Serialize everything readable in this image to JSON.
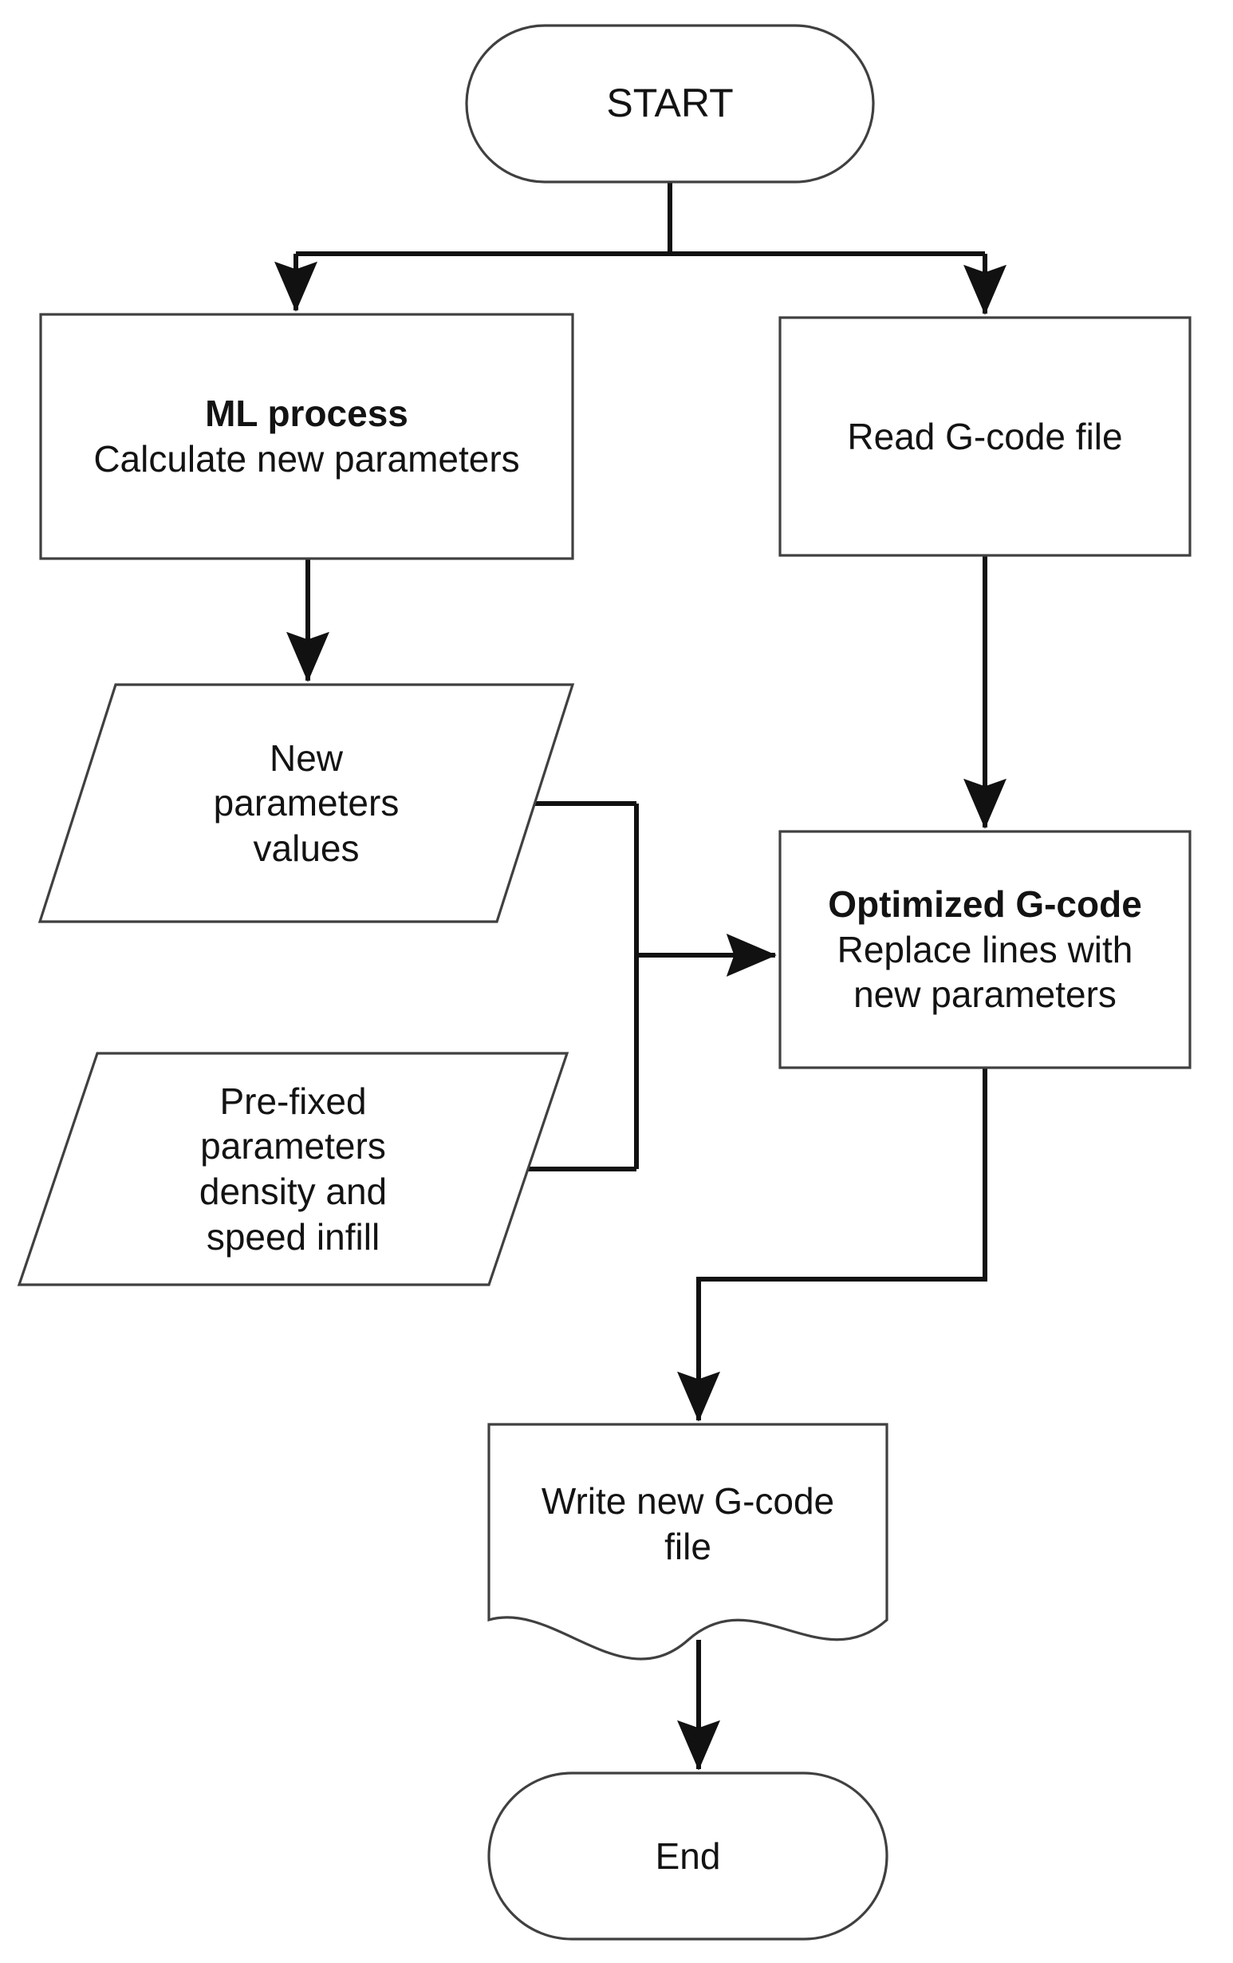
{
  "diagram": {
    "title": "G-code optimization process flowchart",
    "background_color": "#ffffff",
    "shape_stroke_color": "#404040",
    "connector_color": "#111111",
    "text_color": "#131313"
  },
  "nodes": {
    "start": {
      "shape": "terminator",
      "label": "START"
    },
    "ml_process": {
      "shape": "process",
      "title": "ML process",
      "line2": "Calculate new parameters"
    },
    "read_gcode": {
      "shape": "process",
      "label": "Read G-code file"
    },
    "new_parameters": {
      "shape": "data",
      "line1": "New",
      "line2": "parameters",
      "line3": "values"
    },
    "prefixed_parameters": {
      "shape": "data",
      "line1": "Pre-fixed",
      "line2": "parameters",
      "line3": "density and",
      "line4": "speed infill"
    },
    "optimized_gcode": {
      "shape": "process",
      "title": "Optimized G-code",
      "line2": "Replace lines with",
      "line3": "new parameters"
    },
    "write_gcode": {
      "shape": "document",
      "line1": "Write new G-code",
      "line2": "file"
    },
    "end": {
      "shape": "terminator",
      "label": "End"
    }
  },
  "edges": [
    {
      "from": "start",
      "to": "ml_process",
      "style": "orthogonal-split-left",
      "arrow": true
    },
    {
      "from": "start",
      "to": "read_gcode",
      "style": "orthogonal-split-right",
      "arrow": true
    },
    {
      "from": "ml_process",
      "to": "new_parameters",
      "style": "straight-down",
      "arrow": true
    },
    {
      "from": "read_gcode",
      "to": "optimized_gcode",
      "style": "straight-down",
      "arrow": true
    },
    {
      "from": "new_parameters",
      "to": "optimized_gcode",
      "style": "merge-bus-right",
      "arrow": true
    },
    {
      "from": "prefixed_parameters",
      "to": "optimized_gcode",
      "style": "merge-bus-right",
      "arrow": false
    },
    {
      "from": "optimized_gcode",
      "to": "write_gcode",
      "style": "orthogonal-down-left-down",
      "arrow": true
    },
    {
      "from": "write_gcode",
      "to": "end",
      "style": "straight-down",
      "arrow": true
    }
  ]
}
